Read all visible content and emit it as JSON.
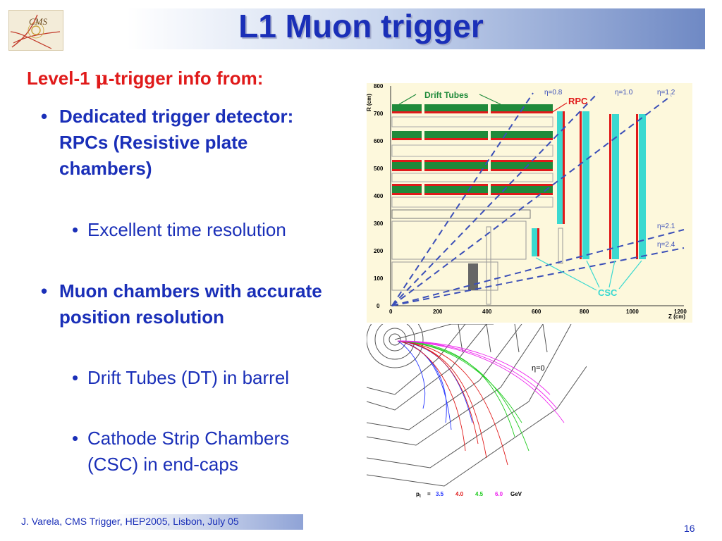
{
  "slide": {
    "title": "L1 Muon trigger",
    "heading_pre": "Level-1 ",
    "heading_mu": "μ",
    "heading_post": "-trigger info from:",
    "bullets": [
      {
        "text": "Dedicated trigger detector: RPCs (Resistive plate chambers)",
        "sub": [
          "Excellent time resolution"
        ]
      },
      {
        "text": "Muon chambers with accurate position resolution",
        "sub": [
          "Drift Tubes (DT) in barrel",
          "Cathode Strip Chambers (CSC) in end-caps"
        ]
      }
    ],
    "bullet_glyph": "•",
    "footer": "J. Varela, CMS Trigger, HEP2005, Lisbon, July 05",
    "page_number": "16",
    "logo_text": "CMS"
  },
  "figure_top": {
    "y_axis_label": "R (cm)",
    "x_axis_label": "Z (cm)",
    "y_ticks": [
      "0",
      "100",
      "200",
      "300",
      "400",
      "500",
      "600",
      "700",
      "800"
    ],
    "x_ticks": [
      "0",
      "200",
      "400",
      "600",
      "800",
      "1000",
      "1200"
    ],
    "labels": {
      "drift_tubes": "Drift Tubes",
      "rpc": "RPC",
      "csc": "CSC",
      "eta_08": "η=0.8",
      "eta_10": "η=1.0",
      "eta_12": "η=1.2",
      "eta_21": "η=2.1",
      "eta_24": "η=2.4"
    }
  },
  "figure_bottom": {
    "eta_label": "η=0",
    "legend_pt": "p",
    "legend_pt_sub": "t",
    "legend_eq": "=",
    "legend_values": [
      "3.5",
      "4.0",
      "4.5",
      "6.0"
    ],
    "legend_unit": "GeV"
  },
  "colors": {
    "title": "#1a2fb8",
    "heading": "#e01a1a",
    "chamber_green": "#1f8a3a",
    "rpc_red": "#e01a1a",
    "csc_cyan": "#3ad9d0",
    "track_blue": "#2233ff",
    "track_red": "#e01a1a",
    "track_green": "#22cc22",
    "track_magenta": "#ee22ee"
  }
}
